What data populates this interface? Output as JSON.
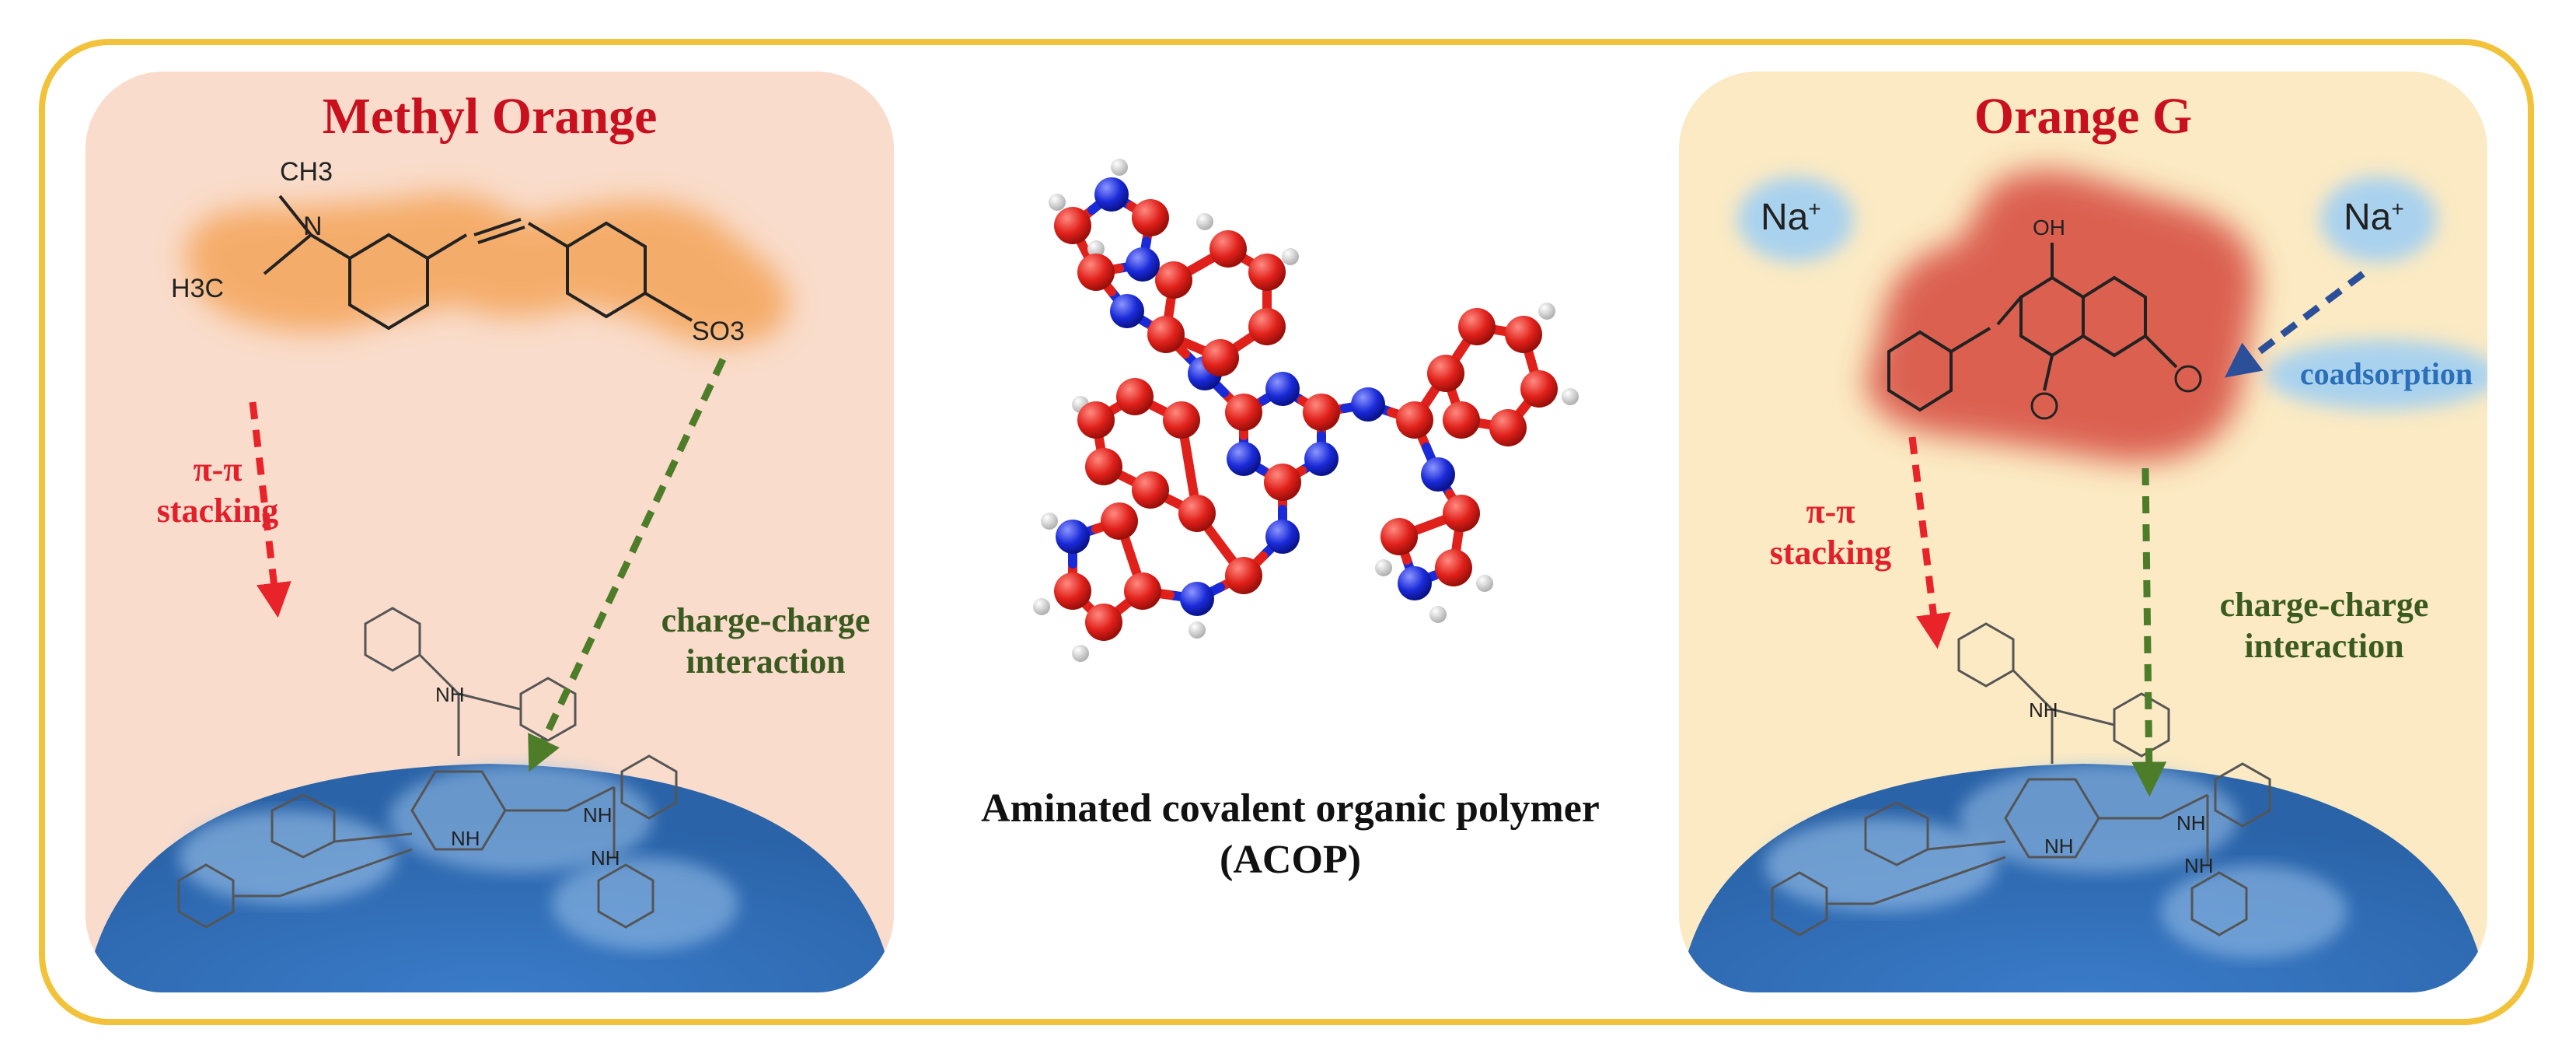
{
  "left_panel": {
    "title": "Methyl Orange",
    "groups": {
      "ch3": "CH3",
      "h3c": "H3C",
      "so3": "SO3",
      "n": "N"
    },
    "pi_label": "π-π",
    "stacking_label": "stacking",
    "charge_label": "charge-charge",
    "interaction_label": "interaction",
    "nh_label": "NH"
  },
  "right_panel": {
    "title": "Orange G",
    "na_label": "Na",
    "plus": "+",
    "oh_label": "OH",
    "coadsorption_label": "coadsorption",
    "pi_label": "π-π",
    "stacking_label": "stacking",
    "charge_label": "charge-charge",
    "interaction_label": "interaction",
    "nh_label": "NH"
  },
  "center": {
    "caption_line1": "Aminated covalent organic polymer",
    "caption_line2": "(ACOP)"
  },
  "colors": {
    "frame": "#f2c23a",
    "left_panel_bg": "#f9dccb",
    "right_panel_bg": "#fbeac3",
    "title_red": "#c8101e",
    "carbon_red": "#e0201a",
    "nitrogen_blue": "#1a2ad8",
    "arrow_red": "#e8242a",
    "arrow_green": "#4e7d2a",
    "arrow_blue": "#2c4f9a",
    "surface_blue": "#2f6db5"
  },
  "icons": [
    "methyl-orange-molecule",
    "orange-g-molecule",
    "acop-3d-model",
    "adsorbent-surface"
  ]
}
